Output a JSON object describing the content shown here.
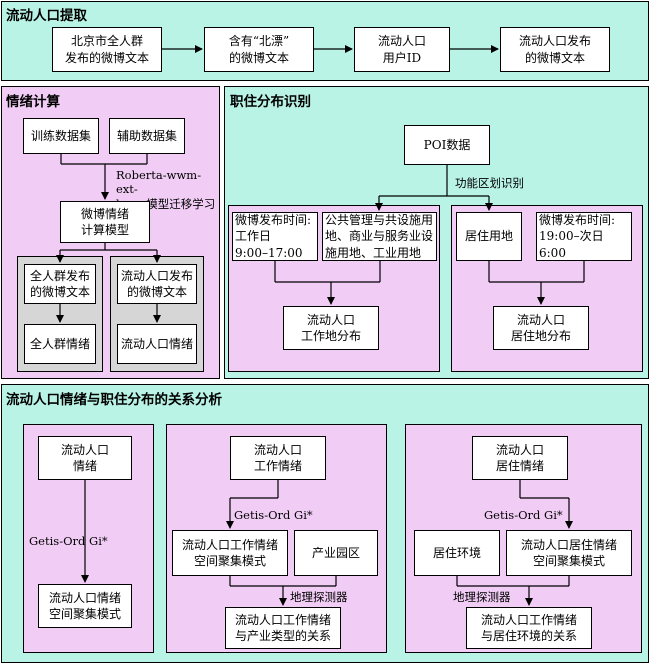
{
  "section1": {
    "title": "流动人口提取",
    "boxes": [
      "北京市全人群\n发布的微博文本",
      "含有“北漂”\n的微博文本",
      "流动人口\n用户ID",
      "流动人口发布\n的微博文本"
    ]
  },
  "section2": {
    "title": "情绪计算",
    "train": "训练数据集",
    "aux": "辅助数据集",
    "transfer": "Roberta-wwm-ext-\nlarge模型迁移学习",
    "model": "微博情绪\n计算模型",
    "all_text": "全人群发布\n的微博文本",
    "all_emotion": "全人群情绪",
    "mig_text": "流动人口发布\n的微博文本",
    "mig_emotion": "流动人口情绪"
  },
  "section3": {
    "title": "职住分布识别",
    "poi": "POI数据",
    "func": "功能区划识别",
    "work_time": "微博发布时间:\n工作日\n9:00–17:00",
    "work_land": "公共管理与共设施用\n地、商业与服务业设\n施用地、工业用地",
    "work_dist": "流动人口\n工作地分布",
    "home_land": "居住用地",
    "home_time": "微博发布时间:\n19:00–次日6:00",
    "home_dist": "流动人口\n居住地分布"
  },
  "section4": {
    "title": "流动人口情绪与职住分布的关系分析",
    "p1_top": "流动人口\n情绪",
    "p1_method": "Getis-Ord Gi*",
    "p1_bottom": "流动人口情绪\n空间聚集模式",
    "p2_top": "流动人口\n工作情绪",
    "p2_method": "Getis-Ord Gi*",
    "p2_cluster": "流动人口工作情绪\n空间聚集模式",
    "p2_park": "产业园区",
    "p2_detector": "地理探测器",
    "p2_result": "流动人口工作情绪\n与产业类型的关系",
    "p3_top": "流动人口\n居住情绪",
    "p3_method": "Getis-Ord Gi*",
    "p3_env": "居住环境",
    "p3_cluster": "流动人口居住情绪\n空间聚集模式",
    "p3_detector": "地理探测器",
    "p3_result": "流动人口工作情绪\n与居住环境的关系"
  },
  "colors": {
    "cyan": "#b9f3e6",
    "pink": "#f1cdf5",
    "gray": "#d6d6d6"
  }
}
